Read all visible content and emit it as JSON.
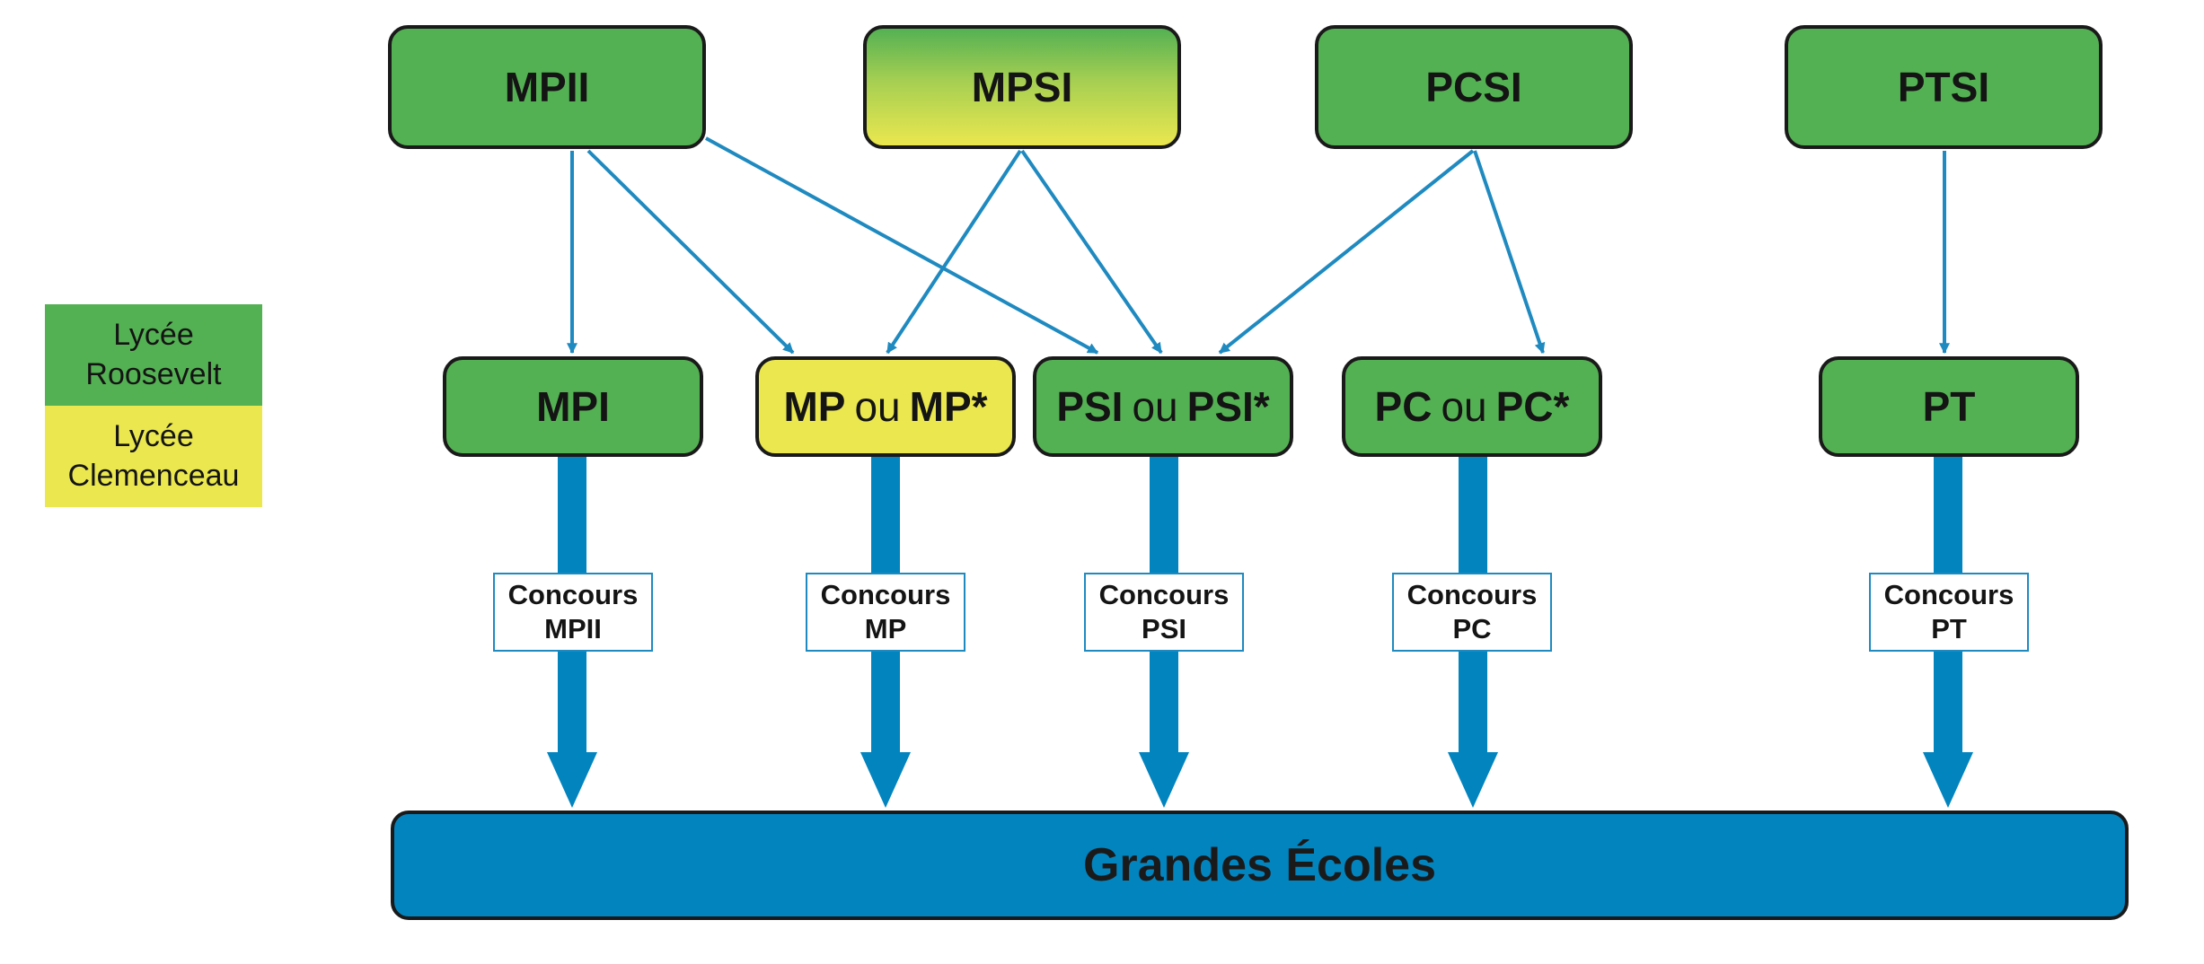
{
  "legend": {
    "roosevelt": {
      "line1": "Lycée",
      "line2": "Roosevelt",
      "color": "#54b153"
    },
    "clemenceau": {
      "line1": "Lycée",
      "line2": "Clemenceau",
      "color": "#ebe74f"
    }
  },
  "first_year": [
    {
      "id": "mpii",
      "label": "MPII"
    },
    {
      "id": "mpsi",
      "label": "MPSI"
    },
    {
      "id": "pcsi",
      "label": "PCSI"
    },
    {
      "id": "ptsi",
      "label": "PTSI"
    }
  ],
  "second_year": [
    {
      "id": "mpi",
      "a": "MPI",
      "ou": "",
      "b": ""
    },
    {
      "id": "mp",
      "a": "MP",
      "ou": "ou",
      "b": "MP*"
    },
    {
      "id": "psi",
      "a": "PSI",
      "ou": "ou",
      "b": "PSI*"
    },
    {
      "id": "pc",
      "a": "PC",
      "ou": "ou",
      "b": "PC*"
    },
    {
      "id": "pt",
      "a": "PT",
      "ou": "",
      "b": ""
    }
  ],
  "concours": [
    {
      "id": "mpii",
      "line1": "Concours",
      "line2": "MPII"
    },
    {
      "id": "mp",
      "line1": "Concours",
      "line2": "MP"
    },
    {
      "id": "psi",
      "line1": "Concours",
      "line2": "PSI"
    },
    {
      "id": "pc",
      "line1": "Concours",
      "line2": "PC"
    },
    {
      "id": "pt",
      "line1": "Concours",
      "line2": "PT"
    }
  ],
  "grandes_ecoles": {
    "label": "Grandes Écoles"
  },
  "edges": [
    [
      "mpii",
      "mpi"
    ],
    [
      "mpii",
      "mp"
    ],
    [
      "mpii",
      "psi"
    ],
    [
      "mpsi",
      "mp"
    ],
    [
      "mpsi",
      "psi"
    ],
    [
      "pcsi",
      "psi"
    ],
    [
      "pcsi",
      "pc"
    ],
    [
      "ptsi",
      "pt"
    ]
  ],
  "colors": {
    "roosevelt_green": "#54b153",
    "clemenceau_yellow": "#ebe74f",
    "arrow_blue": "#0284bf",
    "link_blue": "#1f8ac0",
    "border": "#1a1a1a"
  }
}
